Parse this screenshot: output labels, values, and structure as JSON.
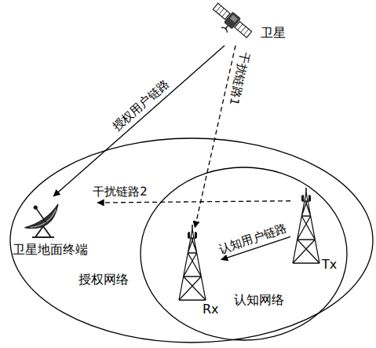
{
  "diagram": {
    "nodes": [
      {
        "text": [
          "卫星"
        ]
      },
      {
        "text": [
          "授权网络"
        ]
      },
      {
        "text": [
          "卫星地面终端"
        ],
        "in": 1
      },
      {
        "text": [
          "认知网络"
        ],
        "in": 1
      },
      {
        "text": [
          "Tx"
        ],
        "in": 3
      },
      {
        "text": [
          "Rx"
        ],
        "in": 3
      }
    ],
    "edges": [
      {
        "from": 0,
        "to": 2,
        "arrow": "to",
        "label": "授权用户链路"
      },
      {
        "from": 0,
        "to": 5,
        "arrow": "to",
        "label": "干扰链路1"
      },
      {
        "from": 4,
        "to": 2,
        "arrow": "to",
        "label": "干扰链路2"
      },
      {
        "from": 4,
        "to": 5,
        "arrow": "to",
        "label": "认知用户链路"
      }
    ]
  }
}
